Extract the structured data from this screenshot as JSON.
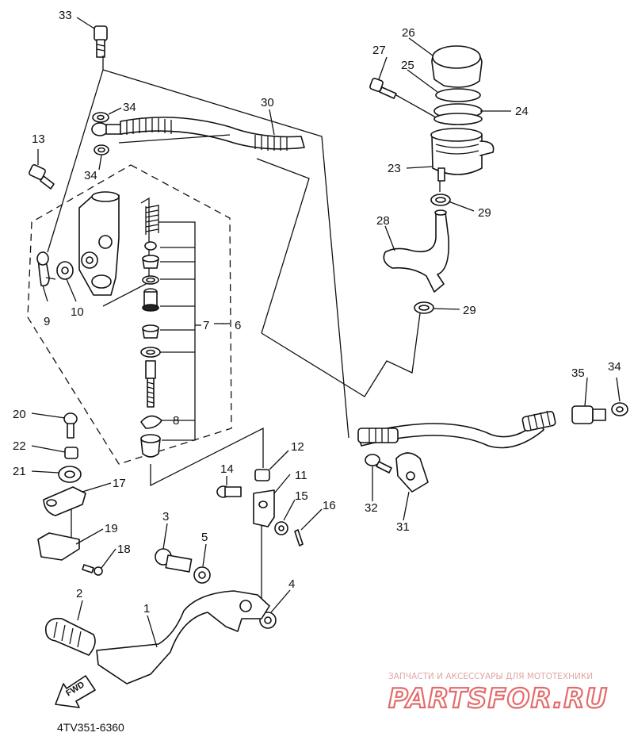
{
  "diagram": {
    "part_code": "4TV351-6360",
    "fwd_label": "FWD",
    "callouts": {
      "c1": "1",
      "c2": "2",
      "c3": "3",
      "c4": "4",
      "c5": "5",
      "c6": "6",
      "c7": "7",
      "c8": "8",
      "c9": "9",
      "c10": "10",
      "c11": "11",
      "c12": "12",
      "c13": "13",
      "c14": "14",
      "c15": "15",
      "c16": "16",
      "c17": "17",
      "c18": "18",
      "c19": "19",
      "c20": "20",
      "c21": "21",
      "c22": "22",
      "c23": "23",
      "c24": "24",
      "c25": "25",
      "c26": "26",
      "c27": "27",
      "c28": "28",
      "c29a": "29",
      "c29b": "29",
      "c30": "30",
      "c31": "31",
      "c32": "32",
      "c33": "33",
      "c34a": "34",
      "c34b": "34",
      "c34c": "34",
      "c35": "35"
    }
  },
  "watermark": {
    "tagline": "ЗАПЧАСТИ И АКСЕССУАРЫ ДЛЯ МОТОТЕХНИКИ",
    "logo": "PARTSFOR.RU",
    "logo_color": "#e36b6b"
  }
}
